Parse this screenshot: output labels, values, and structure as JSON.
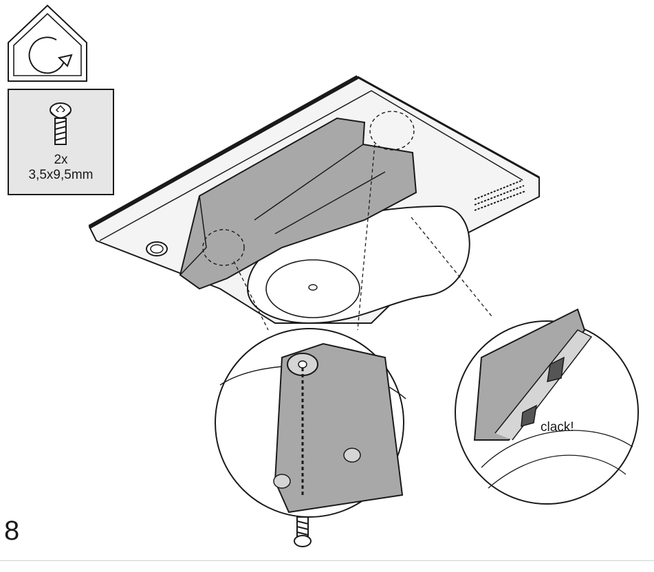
{
  "step": {
    "number": "8"
  },
  "hardware": {
    "quantity": "2x",
    "size": "3,5x9,5mm"
  },
  "callouts": {
    "sound": "clack!"
  },
  "icons": {
    "install": "house-rotate-icon",
    "screw": "torx-screw-icon"
  },
  "colors": {
    "line": "#1a1a1a",
    "part_fill": "#a8a8a8",
    "panel_fill": "#e6e6e6",
    "light_fill": "#f4f4f4"
  }
}
